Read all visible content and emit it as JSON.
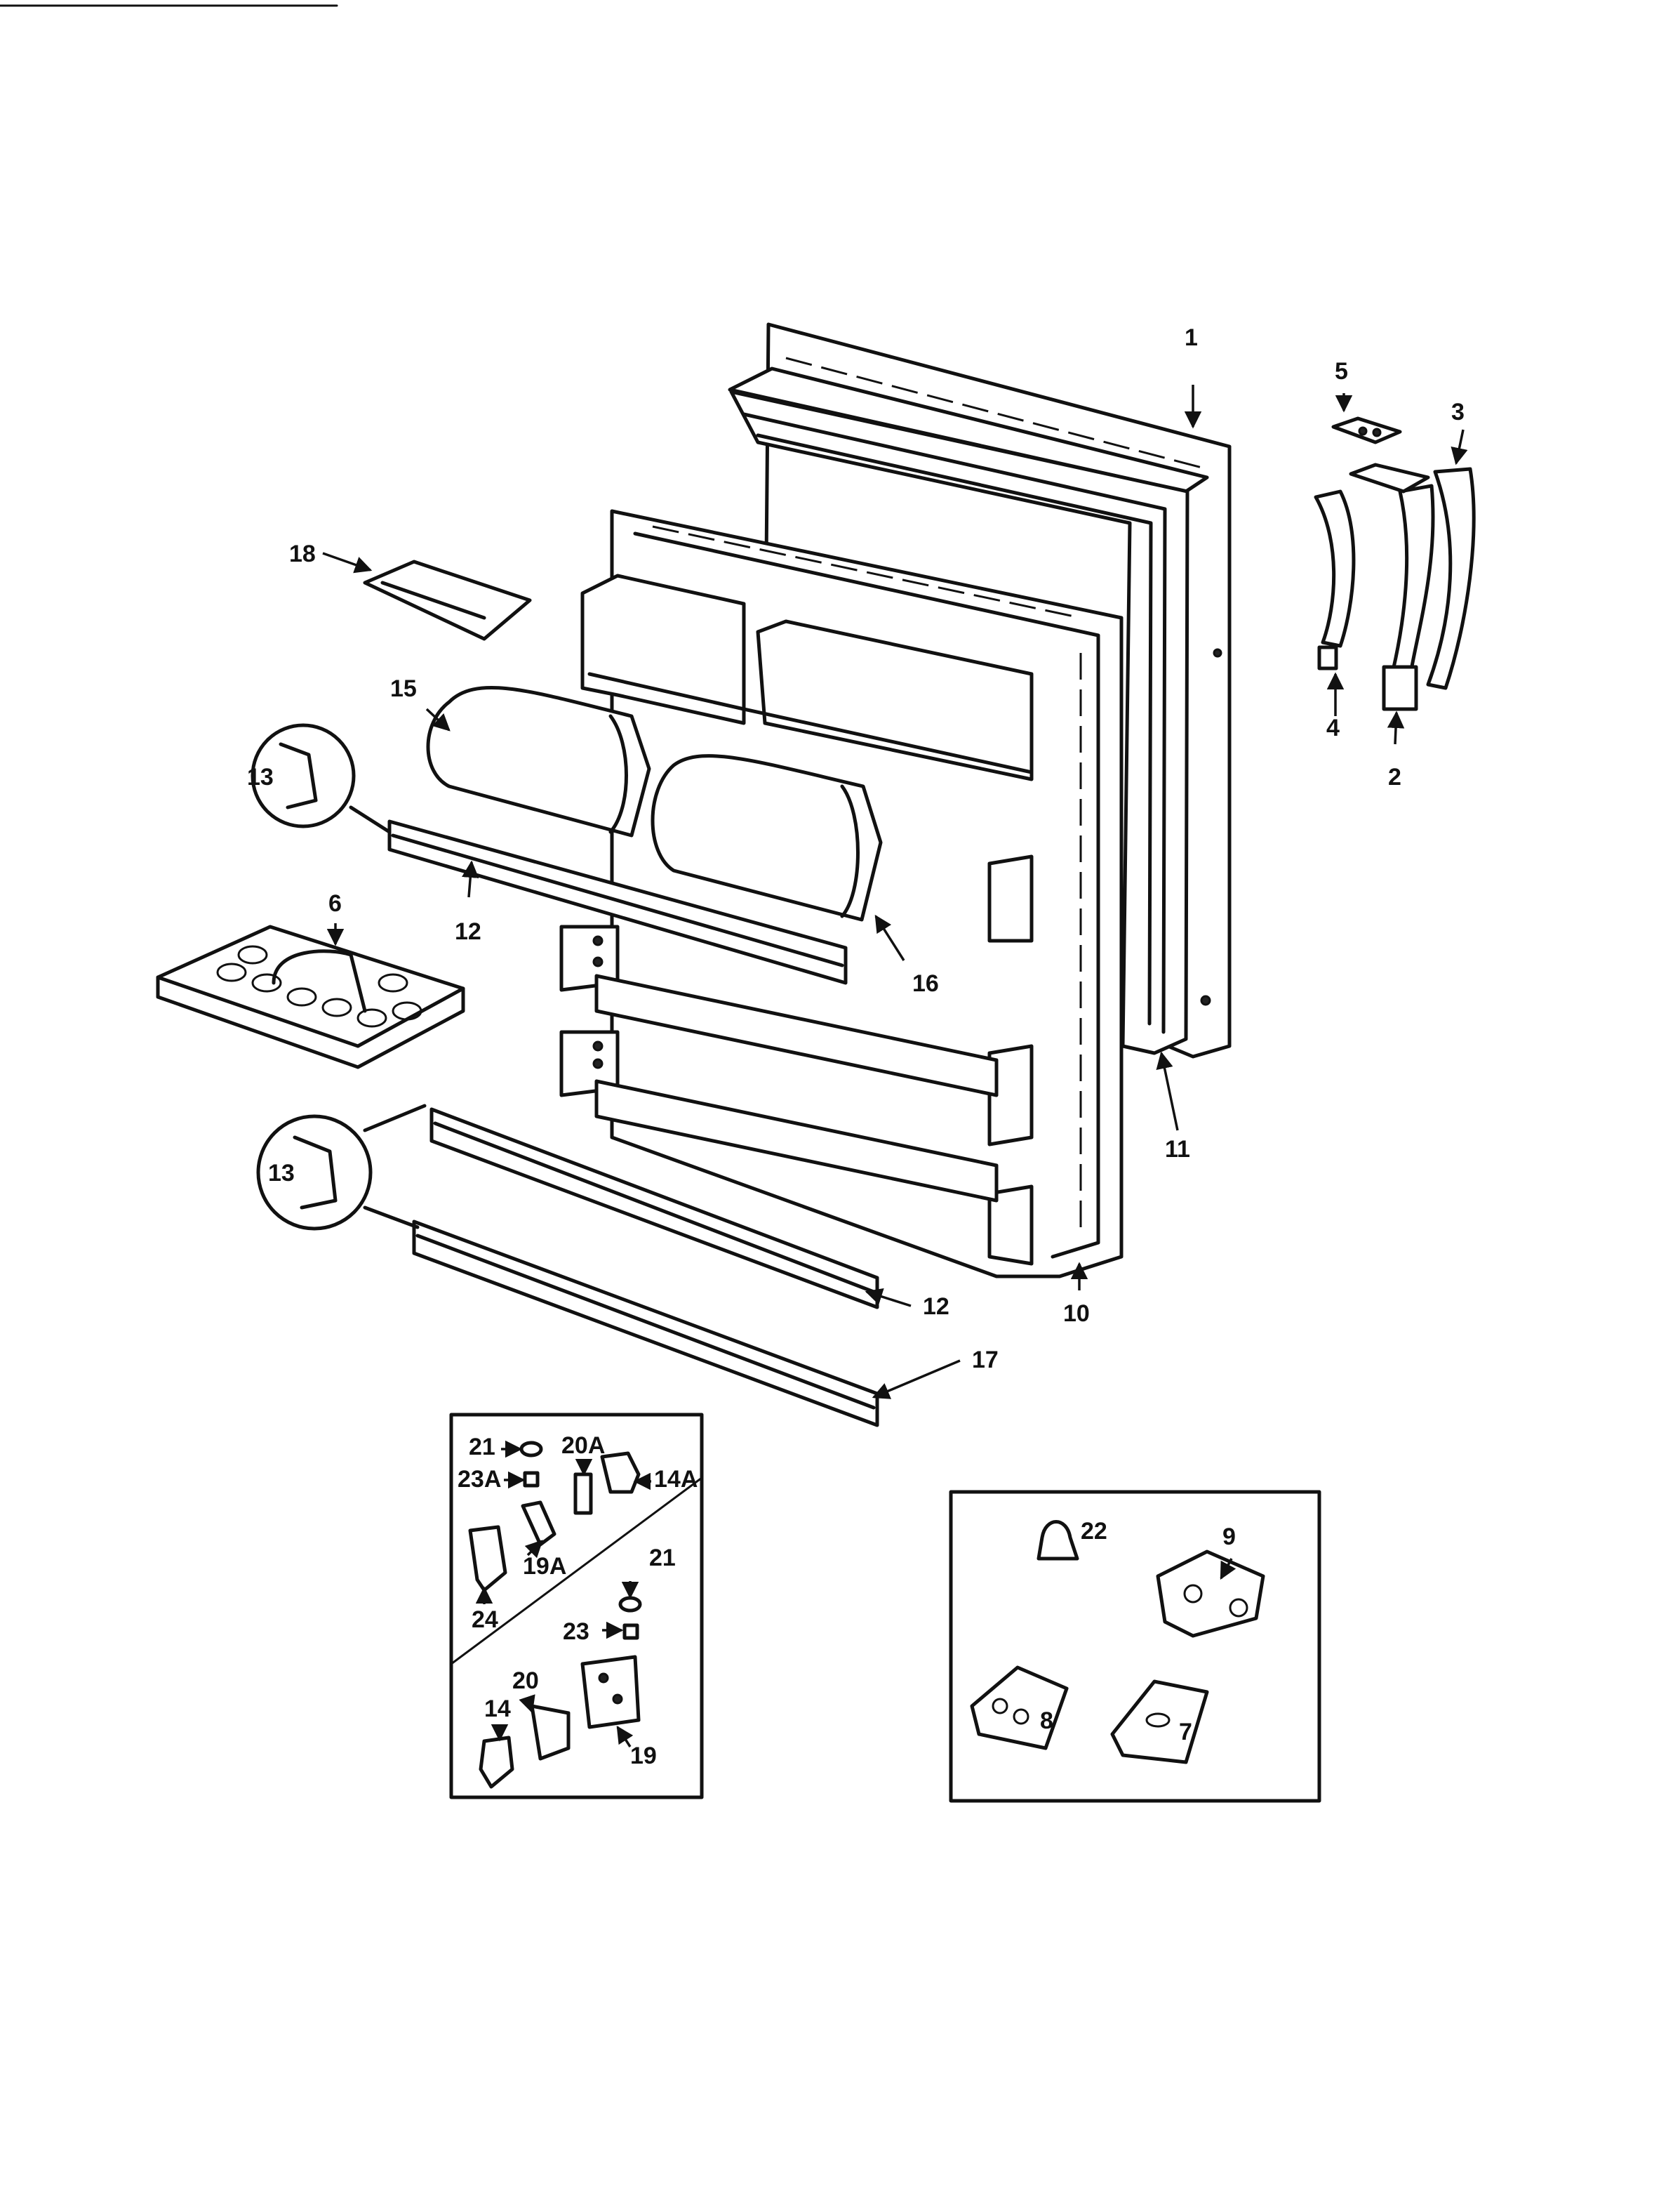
{
  "labels": {
    "p1": "1",
    "p2": "2",
    "p3": "3",
    "p4": "4",
    "p5": "5",
    "p6": "6",
    "p7": "7",
    "p8": "8",
    "p9": "9",
    "p10": "10",
    "p11": "11",
    "p12a": "12",
    "p12b": "12",
    "p13a": "13",
    "p13b": "13",
    "p14": "14",
    "p14A": "14A",
    "p15": "15",
    "p16": "16",
    "p17": "17",
    "p18": "18",
    "p19": "19",
    "p19A": "19A",
    "p20": "20",
    "p20A": "20A",
    "p21a": "21",
    "p21b": "21",
    "p22": "22",
    "p23": "23",
    "p23A": "23A",
    "p24": "24"
  }
}
